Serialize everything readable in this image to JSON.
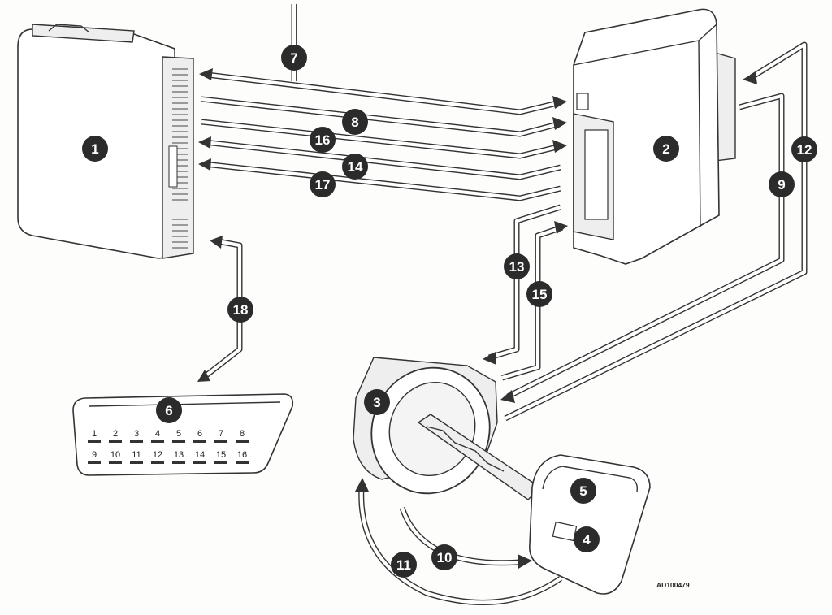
{
  "diagram": {
    "reference_code": "AD100479",
    "callouts": [
      "1",
      "2",
      "3",
      "4",
      "5",
      "6",
      "7",
      "8",
      "9",
      "10",
      "11",
      "12",
      "13",
      "14",
      "15",
      "16",
      "17",
      "18"
    ],
    "connector_pins_top": [
      "1",
      "2",
      "3",
      "4",
      "5",
      "6",
      "7",
      "8"
    ],
    "connector_pins_bottom": [
      "9",
      "10",
      "11",
      "12",
      "13",
      "14",
      "15",
      "16"
    ]
  }
}
